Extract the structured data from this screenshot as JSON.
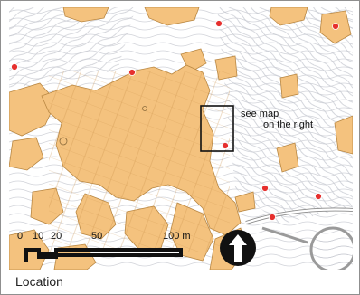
{
  "caption": "Location",
  "annotation": {
    "line1": "see map",
    "line2": "on the right"
  },
  "scale_bar": {
    "labels": [
      "0",
      "10",
      "20",
      "50",
      "100 m"
    ],
    "values_m": [
      0,
      10,
      20,
      50,
      100
    ]
  },
  "north_arrow": {
    "icon": "north-arrow-icon"
  },
  "colors": {
    "parcels": "#f4c27e",
    "parcel_edge": "#b98742",
    "contours": "#c9cbd2",
    "site_markers": "#e6302e",
    "frame": "#8f8f8f"
  }
}
